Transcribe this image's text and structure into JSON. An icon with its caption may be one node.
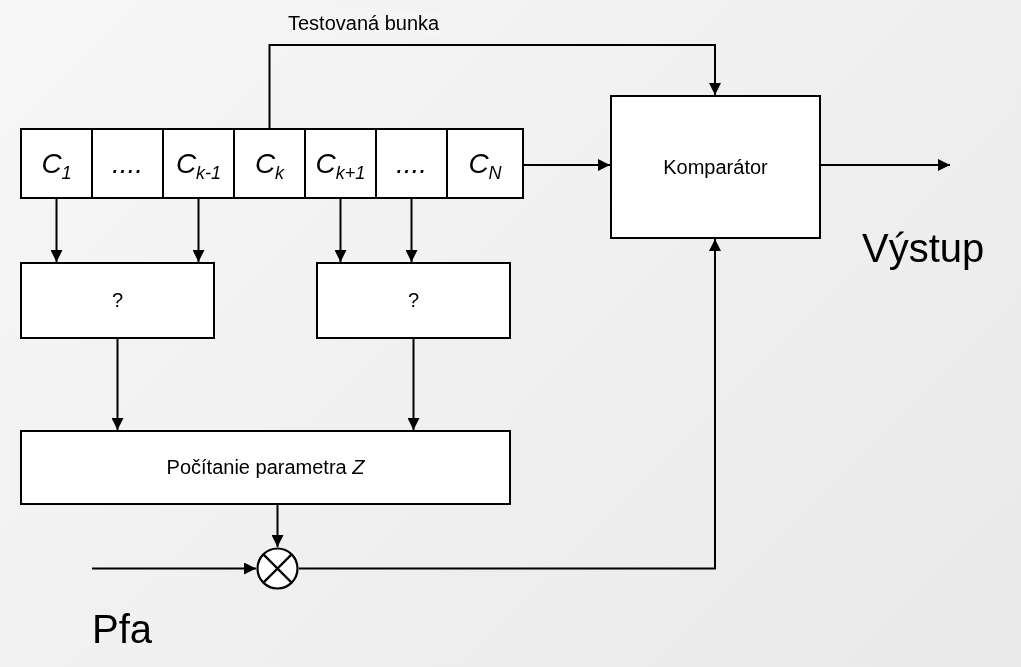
{
  "diagram": {
    "nodes": [
      {
        "text": [
          "C$_{1}$"
        ]
      },
      {
        "text": [
          "...."
        ]
      },
      {
        "text": [
          "C$_{k-1}$"
        ]
      },
      {
        "text": [
          "C$_{k}$"
        ]
      },
      {
        "text": [
          "C$_{k+1}$"
        ]
      },
      {
        "text": [
          "...."
        ]
      },
      {
        "text": [
          "C$_{N}$"
        ]
      },
      {
        "text": [
          "Komparátor"
        ]
      },
      {
        "text": [
          "?"
        ]
      },
      {
        "text": [
          "?"
        ]
      },
      {
        "text": [
          "Počítanie parametra *Z*"
        ]
      },
      {
        "text": [],
        "shape": "circle"
      }
    ],
    "edges": [
      {
        "from": 3,
        "to": 7,
        "arrow": "to",
        "label": "Testovaná bunka"
      },
      {
        "from": 6,
        "to": 7,
        "arrow": "to"
      },
      {
        "from": 0,
        "to": 8,
        "arrow": "to"
      },
      {
        "from": 2,
        "to": 8,
        "arrow": "to"
      },
      {
        "from": 4,
        "to": 9,
        "arrow": "to"
      },
      {
        "from": 5,
        "to": 9,
        "arrow": "to"
      },
      {
        "from": 8,
        "to": 10,
        "arrow": "to"
      },
      {
        "from": 9,
        "to": 10,
        "arrow": "to"
      },
      {
        "from": 10,
        "to": 11,
        "arrow": "to"
      },
      {
        "from": null,
        "to": 11,
        "arrow": "to"
      },
      {
        "from": 11,
        "to": 7,
        "arrow": "to"
      },
      {
        "from": 7,
        "to": null,
        "arrow": "to"
      }
    ],
    "labels": [
      "Výstup",
      "Pfa"
    ]
  }
}
